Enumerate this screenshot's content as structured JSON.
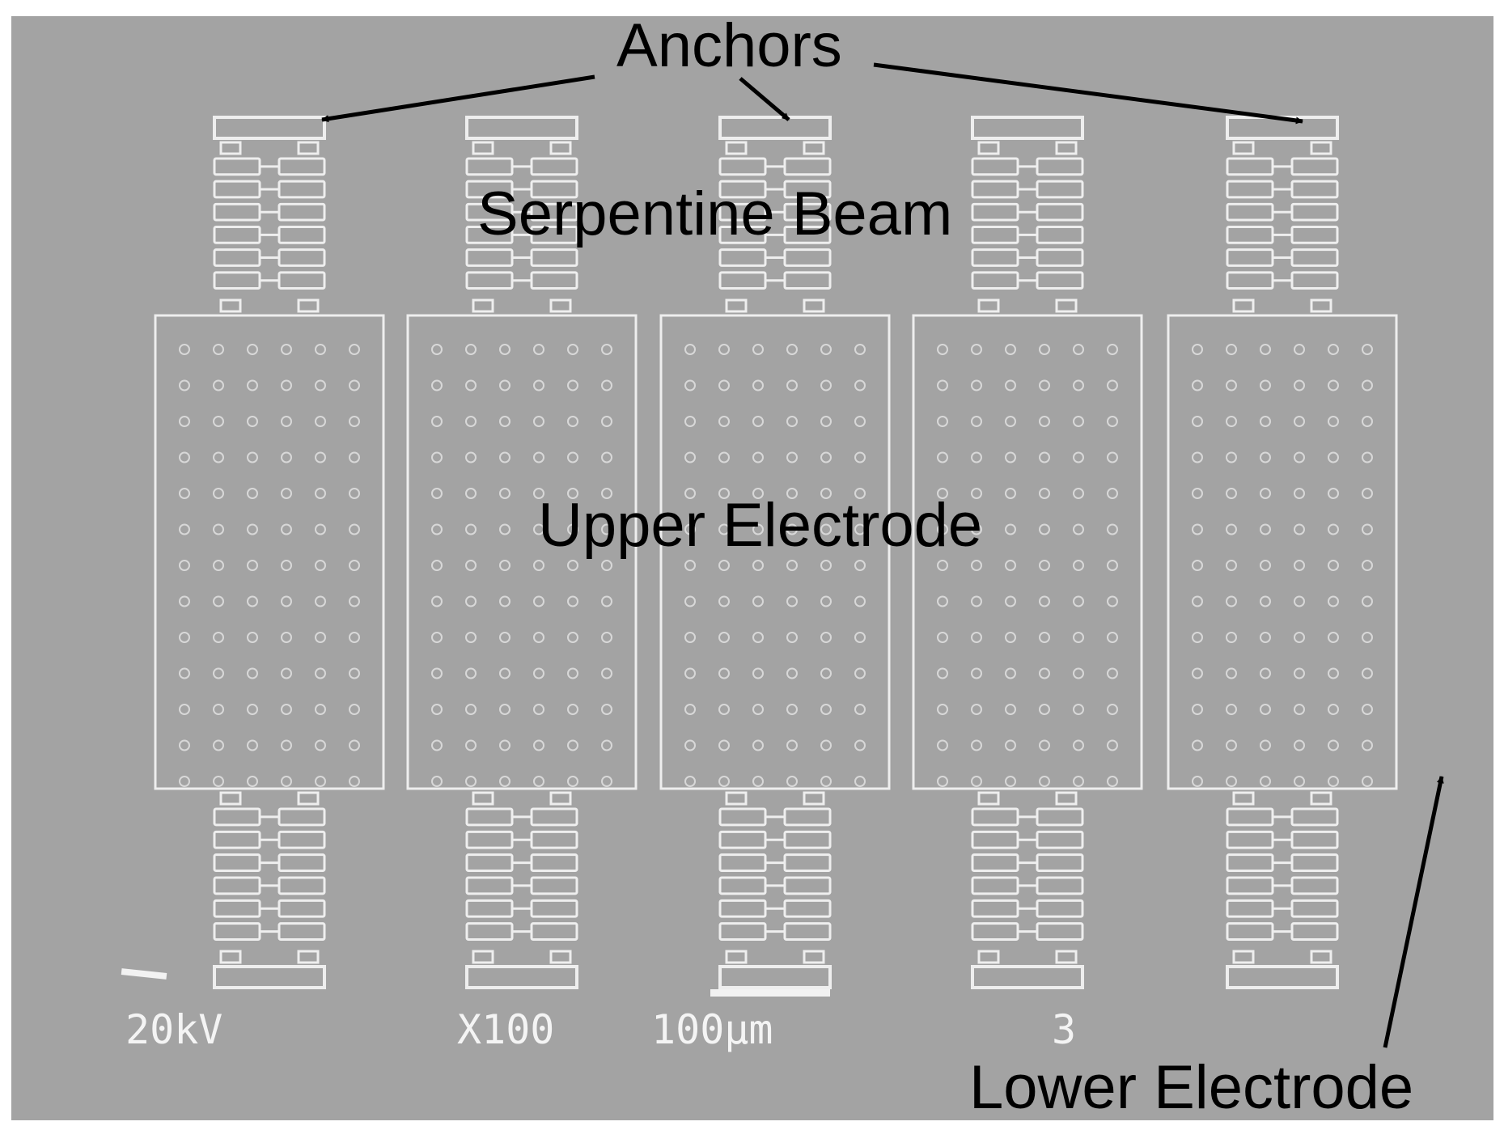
{
  "annotations": {
    "anchors": "Anchors",
    "serpentine_beam": "Serpentine Beam",
    "upper_electrode": "Upper Electrode",
    "lower_electrode": "Lower Electrode"
  },
  "sem_info": {
    "voltage": "20kV",
    "magnification": "X100",
    "scale_bar": "100µm",
    "frame": "3"
  },
  "colors": {
    "sem_background": "#a3a3a3",
    "structure_outline": "#eeeeee",
    "label_text": "#000000"
  }
}
